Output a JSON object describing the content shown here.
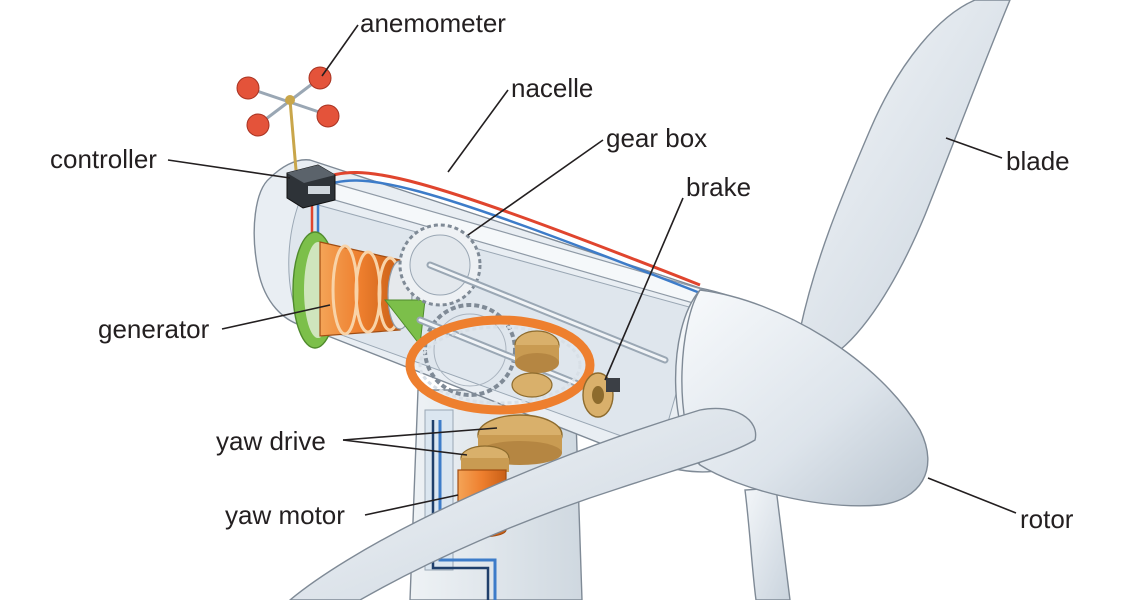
{
  "diagram": {
    "labels": {
      "anemometer": "anemometer",
      "nacelle": "nacelle",
      "gear_box": "gear box",
      "controller": "controller",
      "brake": "brake",
      "blade": "blade",
      "generator": "generator",
      "yaw_drive": "yaw drive",
      "yaw_motor": "yaw motor",
      "rotor": "rotor"
    },
    "colors": {
      "housing": "#e9eef3",
      "outline": "#7f8a96",
      "cable_red": "#e0452e",
      "cable_blue": "#3d7cc9",
      "copper": "#ee7f2e",
      "gear_tan": "#d9b06b",
      "generator_green": "#7cbf4a",
      "anemometer_cup": "#e4533a"
    }
  }
}
